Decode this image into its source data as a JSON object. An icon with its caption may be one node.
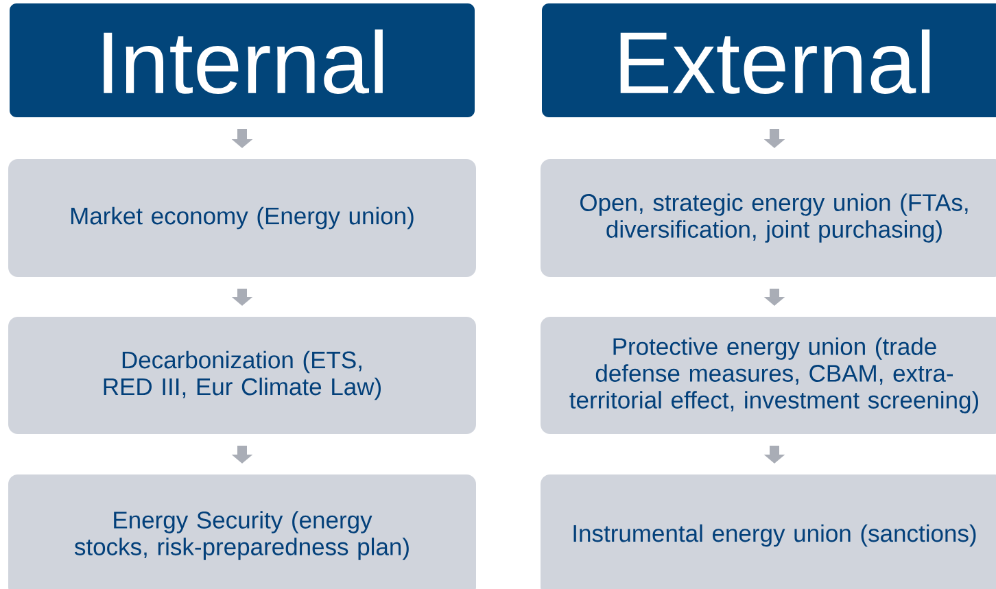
{
  "diagram": {
    "nodes": [
      {
        "text": [
          "Internal"
        ]
      },
      {
        "text": [
          "External"
        ]
      },
      {
        "text": [
          "Market economy (Energy union)"
        ]
      },
      {
        "text": [
          "Open, strategic energy union (FTAs, diversification, joint purchasing)"
        ]
      },
      {
        "text": [
          "Decarbonization (ETS, RED III, Eur Climate Law)"
        ]
      },
      {
        "text": [
          "Protective energy union (trade defense measures, CBAM, extra-territorial effect, investment screening)"
        ]
      },
      {
        "text": [
          "Energy Security (energy stocks, risk-preparedness plan)"
        ]
      },
      {
        "text": [
          "Instrumental energy union (sanctions)"
        ]
      }
    ],
    "edges": [
      {
        "from": 0,
        "to": 2,
        "arrow": "to"
      },
      {
        "from": 2,
        "to": 4,
        "arrow": "to"
      },
      {
        "from": 4,
        "to": 6,
        "arrow": "to"
      },
      {
        "from": 1,
        "to": 3,
        "arrow": "to"
      },
      {
        "from": 3,
        "to": 5,
        "arrow": "to"
      },
      {
        "from": 5,
        "to": 7,
        "arrow": "to"
      }
    ]
  }
}
